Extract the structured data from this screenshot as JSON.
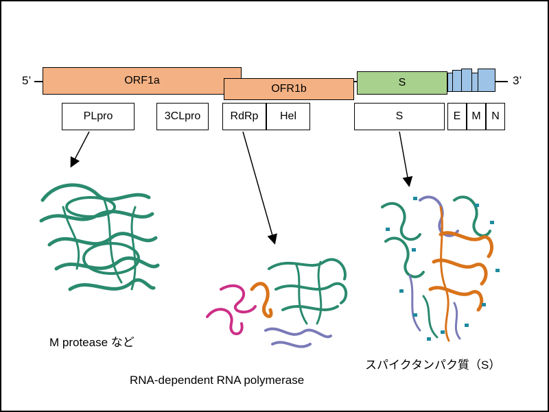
{
  "genome": {
    "end5": "5’",
    "end3": "3’",
    "genes": [
      {
        "label": "ORF1a",
        "color": "#f4b183"
      },
      {
        "label": "OFR1b",
        "color": "#f4b183"
      },
      {
        "label": "S",
        "color": "#a9d18e"
      }
    ],
    "accessory_color": "#9dc3e6"
  },
  "proteins": [
    "PLpro",
    "3CLpro",
    "RdRp",
    "Hel",
    "S",
    "E",
    "M",
    "N"
  ],
  "captions": {
    "plpro": "M protease など",
    "rdrp": "RNA-dependent RNA polymerase",
    "spike": "スパイクタンパク質（S）"
  },
  "colors": {
    "teal": "#2a8a6e",
    "orange": "#d9731a",
    "purple": "#7a7ab8",
    "magenta": "#cc2f86",
    "cyan": "#1f8a9e"
  }
}
